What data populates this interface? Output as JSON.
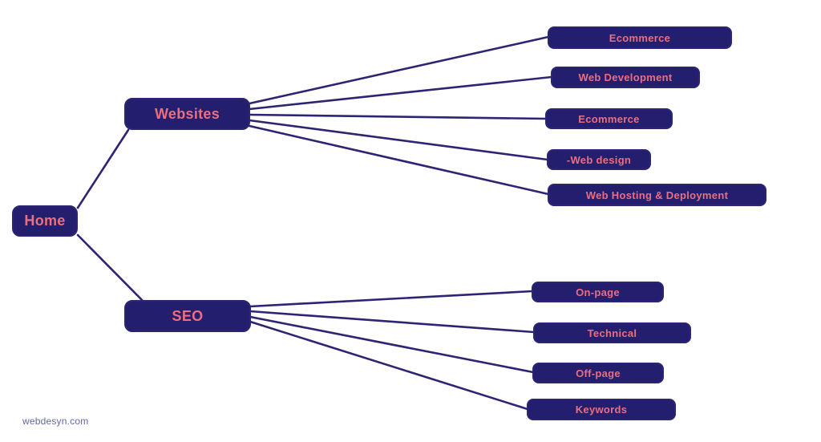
{
  "diagram": {
    "type": "mindmap",
    "root": {
      "label": "Home"
    },
    "branches": [
      {
        "label": "Websites",
        "children": [
          {
            "label": "Ecommerce"
          },
          {
            "label": "Web Development"
          },
          {
            "label": "Ecommerce"
          },
          {
            "label": "-Web design"
          },
          {
            "label": "Web Hosting & Deployment"
          }
        ]
      },
      {
        "label": "SEO",
        "children": [
          {
            "label": "On-page"
          },
          {
            "label": "Technical"
          },
          {
            "label": "Off-page"
          },
          {
            "label": "Keywords"
          }
        ]
      }
    ]
  },
  "watermark": {
    "text": "webdesyn.com"
  },
  "colors": {
    "node_fill": "#231e6d",
    "node_border": "#2b2574",
    "node_text": "#ec6f7f",
    "connector": "#2b2574",
    "watermark_text": "#6565ab",
    "background": "#ffffff"
  }
}
